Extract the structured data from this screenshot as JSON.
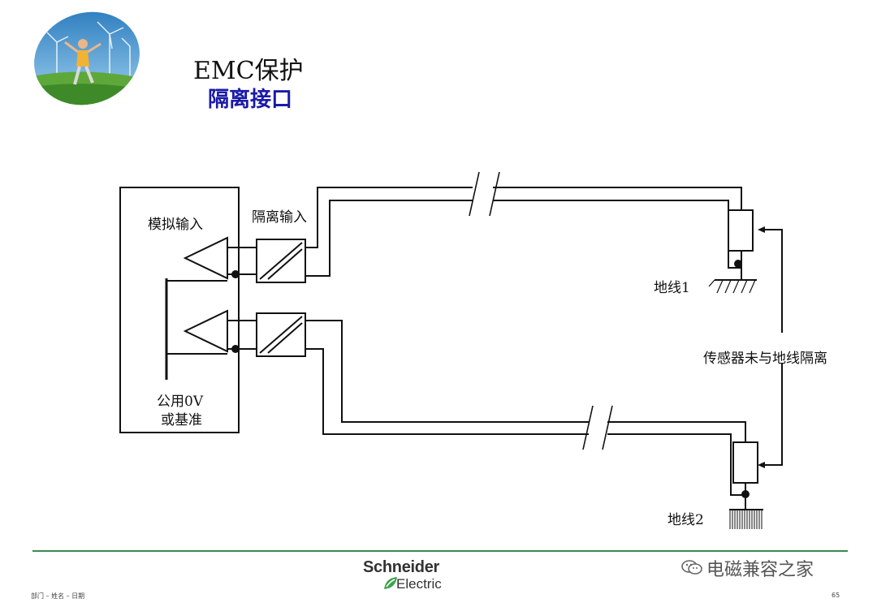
{
  "slide": {
    "title": "EMC保护",
    "subtitle": "隔离接口"
  },
  "diagram": {
    "labels": {
      "analog_input": "模拟输入",
      "isolated_input": "隔离输入",
      "common_0v_line1": "公用0V",
      "common_0v_line2": "或基准",
      "ground1": "地线1",
      "ground2": "地线2",
      "sensor_note": "传感器未与地线隔离"
    }
  },
  "footer": {
    "left_text": "部门 – 姓名 – 日期",
    "page_number": "65",
    "brand_name": "Schneider",
    "brand_sub": "Electric",
    "watermark": "电磁兼容之家"
  },
  "colors": {
    "subtitle": "#1a1aa8",
    "footer_line": "#3b8a50",
    "brand_green": "#3fa34d"
  }
}
